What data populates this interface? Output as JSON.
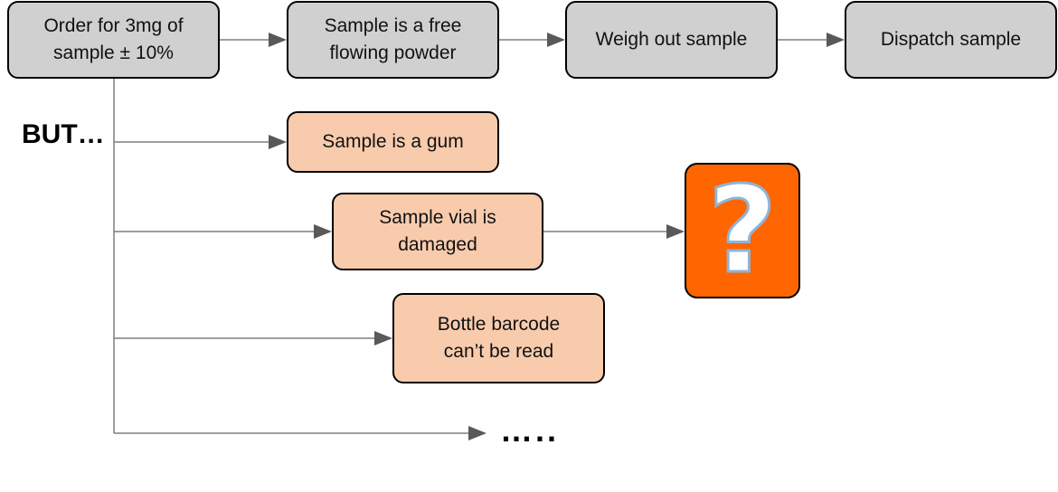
{
  "main_flow": {
    "order": "Order for 3mg of\nsample ± 10%",
    "powder": "Sample is a free\nflowing powder",
    "weigh": "Weigh out sample",
    "dispatch": "Dispatch sample"
  },
  "exceptions": {
    "label": "BUT…",
    "gum": "Sample is a gum",
    "vial": "Sample vial is\ndamaged",
    "barcode": "Bottle barcode\ncan’t be read",
    "more": "….."
  },
  "unknown_outcome": {
    "symbol": "?",
    "icon": "question-mark-icon",
    "color": "#ff6600"
  },
  "colors": {
    "main_box": "#d0d0d0",
    "exception_box": "#f8cbad",
    "connector": "#7f7f7f",
    "arrowhead": "#595959"
  }
}
